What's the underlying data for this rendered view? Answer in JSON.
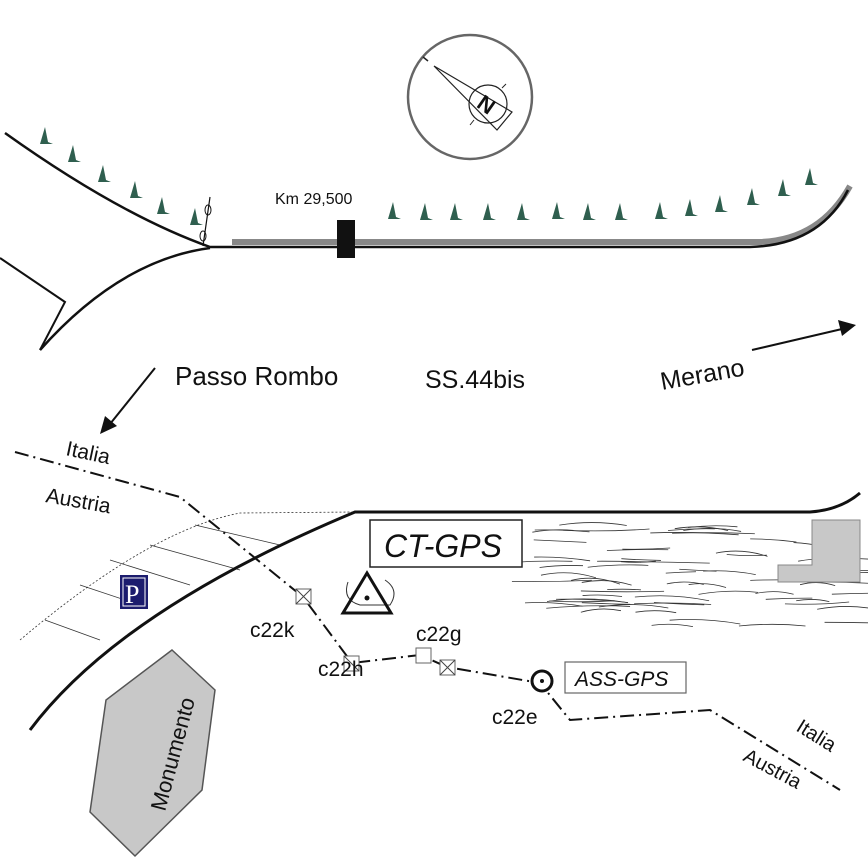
{
  "labels": {
    "km": "Km 29,500",
    "passo_rombo": "Passo Rombo",
    "road": "SS.44bis",
    "merano": "Merano",
    "italia_left": "Italia",
    "austria_left": "Austria",
    "italia_right": "Italia",
    "austria_right": "Austria",
    "ct_gps": "CT-GPS",
    "ass_gps": "ASS-GPS",
    "monumento": "Monumento",
    "parking": "P",
    "north": "N"
  },
  "points": [
    {
      "id": "c22k",
      "label": "c22k"
    },
    {
      "id": "c22h",
      "label": "c22h"
    },
    {
      "id": "c22g",
      "label": "c22g"
    },
    {
      "id": "c22e",
      "label": "c22e"
    }
  ],
  "colors": {
    "tree": "#2f5f4f",
    "gray_fill": "#c8c8c8",
    "road_band": "#888888",
    "parking": "#1c1c6e"
  }
}
